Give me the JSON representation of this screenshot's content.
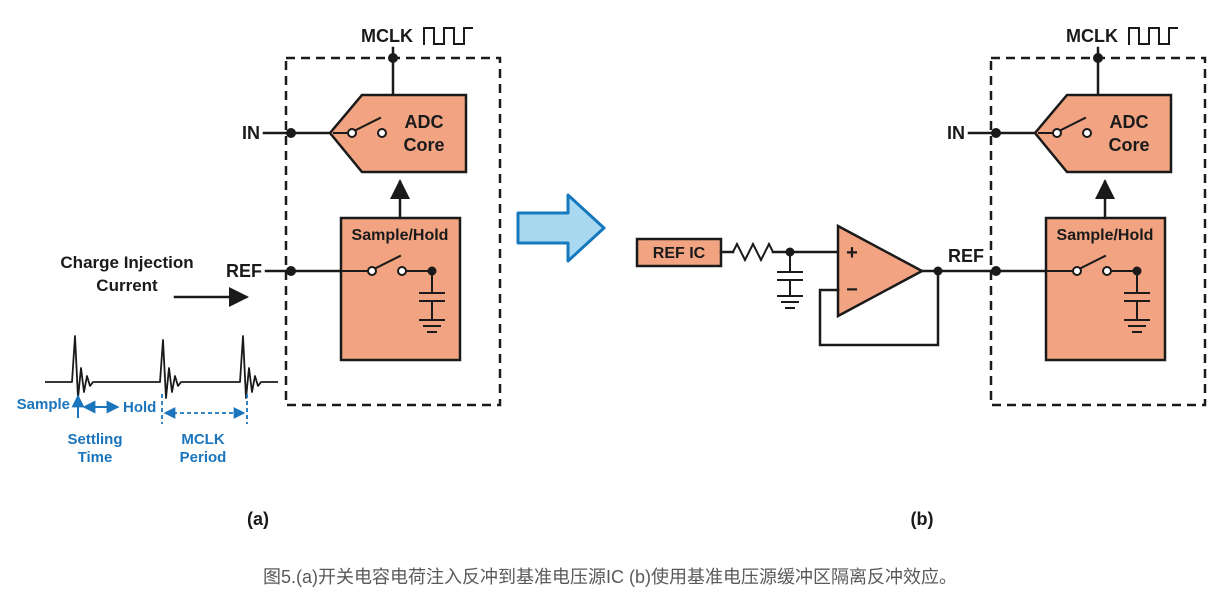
{
  "colors": {
    "salmon": "#F2A482",
    "line": "#1A1A1A",
    "blue_accent": "#1B75BC",
    "arrow_fill": "#A9D9F1",
    "arrow_stroke": "#1779BD",
    "caption": "#595959",
    "background": "#FFFFFF"
  },
  "diagram_a": {
    "mclk_label": "MCLK",
    "in_label": "IN",
    "ref_label": "REF",
    "adc_core_line1": "ADC",
    "adc_core_line2": "Core",
    "sample_hold_label": "Sample/Hold",
    "charge_injection_line1": "Charge Injection",
    "charge_injection_line2": "Current",
    "waveform_annotations": {
      "sample": "Sample",
      "hold": "Hold",
      "settling_line1": "Settling",
      "settling_line2": "Time",
      "mclk_period_line1": "MCLK",
      "mclk_period_line2": "Period"
    },
    "sub_label": "(a)"
  },
  "diagram_b": {
    "ref_ic_label": "REF IC",
    "opamp_plus": "+",
    "opamp_minus": "−",
    "ref_label": "REF",
    "mclk_label": "MCLK",
    "in_label": "IN",
    "adc_core_line1": "ADC",
    "adc_core_line2": "Core",
    "sample_hold_label": "Sample/Hold",
    "sub_label": "(b)"
  },
  "caption": "图5.(a)开关电容电荷注入反冲到基准电压源IC (b)使用基准电压源缓冲区隔离反冲效应。"
}
